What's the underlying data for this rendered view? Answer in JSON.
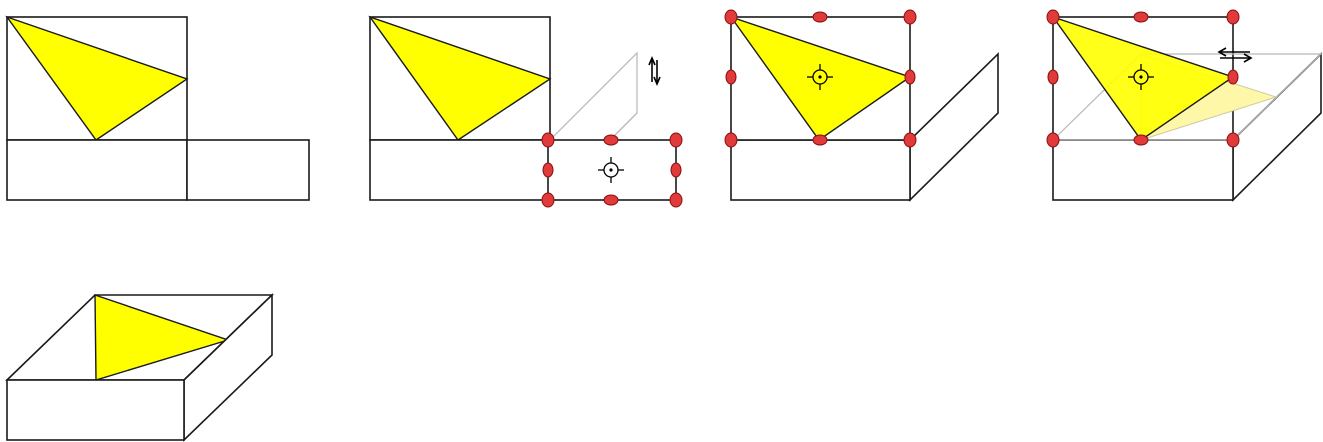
{
  "diagram": {
    "kind": "box-net-folding-sequence",
    "steps": [
      {
        "step": 1,
        "description_visible": false
      },
      {
        "step": 2,
        "selected_face": "right-flap",
        "handles": 8,
        "cursor": "rotate-vertical-icon"
      },
      {
        "step": 3,
        "selected_face": "back-face-with-triangle",
        "handles": 8
      },
      {
        "step": 4,
        "selected_face": "back-face-with-triangle",
        "handles": 8,
        "cursor": "rotate-horizontal-icon"
      },
      {
        "step": 5,
        "result": "folded-box"
      }
    ],
    "colors": {
      "triangle": "#ffff00",
      "triangle_ghost": "#fff7a8",
      "handle": "#e03a3a",
      "edge": "#1a1a1a",
      "ghost_edge": "#b8b8b8"
    }
  }
}
